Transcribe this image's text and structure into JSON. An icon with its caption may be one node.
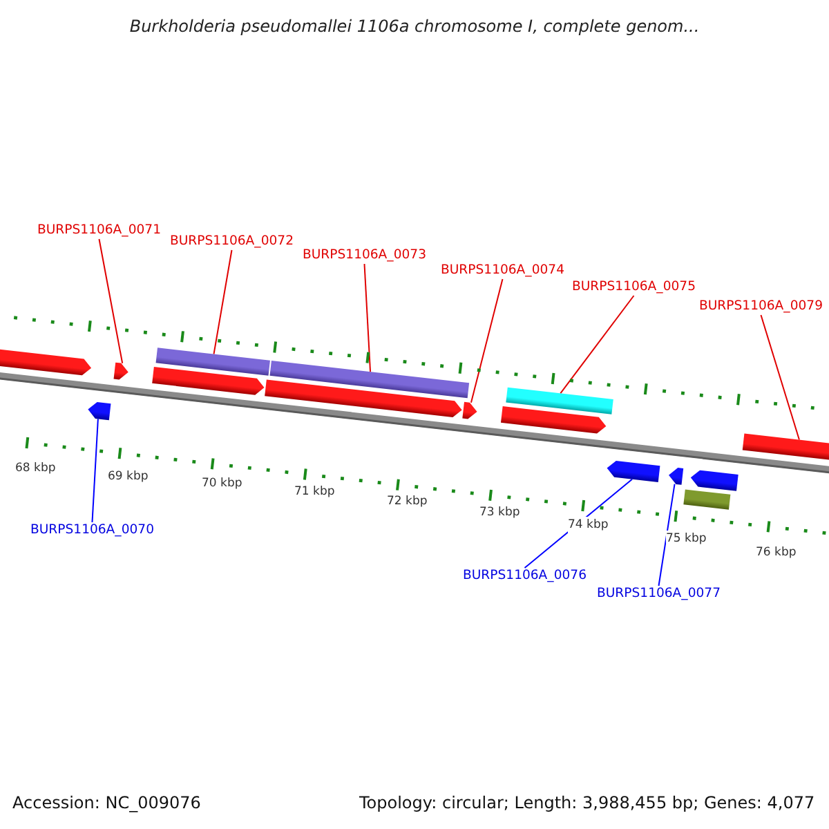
{
  "diagram": {
    "title": "Burkholderia pseudomallei 1106a chromosome I, complete genom...",
    "nodes": [
      {
        "text": [
          "BURPS1106A_0071"
        ]
      },
      {
        "text": [
          "BURPS1106A_0072"
        ]
      },
      {
        "text": [
          "BURPS1106A_0073"
        ]
      },
      {
        "text": [
          "BURPS1106A_0074"
        ]
      },
      {
        "text": [
          "BURPS1106A_0075"
        ]
      },
      {
        "text": [
          "BURPS1106A_0079"
        ]
      },
      {
        "text": [
          "BURPS1106A_0070"
        ]
      },
      {
        "text": [
          "BURPS1106A_0076"
        ]
      },
      {
        "text": [
          "BURPS1106A_0077"
        ]
      },
      {
        "text": [],
        "shape": "pentagon"
      },
      {
        "text": [],
        "shape": "pentagon"
      },
      {
        "text": [],
        "shape": "pentagon"
      },
      {
        "text": [],
        "shape": "pentagon"
      },
      {
        "text": [],
        "shape": "bar"
      },
      {
        "text": [],
        "shape": "pentagon"
      },
      {
        "text": [],
        "shape": "bar"
      },
      {
        "text": [],
        "shape": "pentagon"
      },
      {
        "text": [],
        "shape": "pentagon"
      },
      {
        "text": [],
        "shape": "bar"
      },
      {
        "text": [],
        "shape": "pentagon"
      },
      {
        "text": [],
        "shape": "pentagon"
      },
      {
        "text": [],
        "shape": "bar"
      },
      {
        "text": [],
        "shape": "pentagon"
      },
      {
        "text": [],
        "shape": "pentagon"
      }
    ],
    "edges": [
      {
        "from": 0,
        "to": 11,
        "arrow": "none"
      },
      {
        "from": 1,
        "to": 13,
        "arrow": "none"
      },
      {
        "from": 2,
        "to": 15,
        "arrow": "none"
      },
      {
        "from": 3,
        "to": 16,
        "arrow": "none"
      },
      {
        "from": 4,
        "to": 18,
        "arrow": "none"
      },
      {
        "from": 5,
        "to": 23,
        "arrow": "none"
      },
      {
        "from": 6,
        "to": 10,
        "arrow": "none",
        "color": "#0000ff"
      },
      {
        "from": 7,
        "to": 19,
        "arrow": "none",
        "color": "#0000ff"
      },
      {
        "from": 8,
        "to": 20,
        "arrow": "none",
        "color": "#0000ff"
      }
    ],
    "labels": [
      "68 kbp",
      "69 kbp",
      "70 kbp",
      "71 kbp",
      "72 kbp",
      "73 kbp",
      "74 kbp",
      "75 kbp",
      "76 kbp",
      "Accession: NC_009076",
      "Topology: circular; Length: 3,988,455 bp; Genes: 4,077"
    ]
  }
}
